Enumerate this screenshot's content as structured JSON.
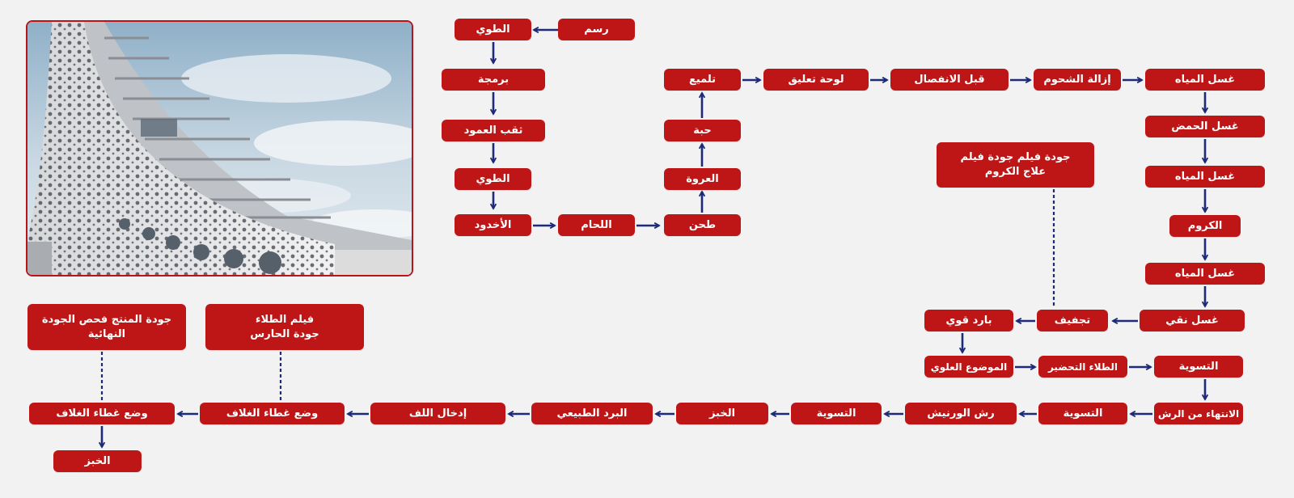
{
  "colors": {
    "node_fill": "#be1616",
    "node_text": "#ffffff",
    "arrow": "#1c2a78",
    "background": "#f3f2f3",
    "photo_border": "#b8141a"
  },
  "photo": {
    "subject": "building-facade-photo"
  },
  "nodes": {
    "rasm": "رسم",
    "tay_top": "الطوي",
    "barmaja": "برمجة",
    "thaqb": "ثقب العمود",
    "tay_mid": "الطوي",
    "ukhdood": "الأخدود",
    "liham": "اللحام",
    "tahn": "طحن",
    "urwa": "العروة",
    "habba": "حبة",
    "talmee": "تلميع",
    "lawha": "لوحة تعليق",
    "qabl": "قبل الانفصال",
    "izala": "إزالة الشحوم",
    "ghasl1": "غسل المياه",
    "ghasl_hamd": "غسل الحمض",
    "ghasl2": "غسل المياه",
    "chrome": "الكروم",
    "ghasl3": "غسل المياه",
    "ghasl_naqi": "غسل نقي",
    "tajfeef": "تجفيف",
    "bard_qawi": "بارد قوي",
    "quality_chrome": "جودة فيلم جودة فيلم\nعلاج الكروم",
    "mawdoo": "الموضوع العلوي",
    "tila_tahdeer": "الطلاء التحضير",
    "taswiya1": "التسوية",
    "intihaa": "الانتهاء من الرش",
    "taswiya2": "التسوية",
    "rash": "رش الورنيش",
    "taswiya3": "التسوية",
    "khubz1": "الخبز",
    "bard_tabee": "البرد الطبيعي",
    "idkhal": "إدخال اللف",
    "wad1": "وضع غطاء الغلاف",
    "wad2": "وضع غطاء الغلاف",
    "khubz2": "الخبز",
    "quality_paint": "فيلم الطلاء\nجودة الحارس",
    "quality_final": "جودة المنتج فحص الجودة\nالنهائية"
  }
}
